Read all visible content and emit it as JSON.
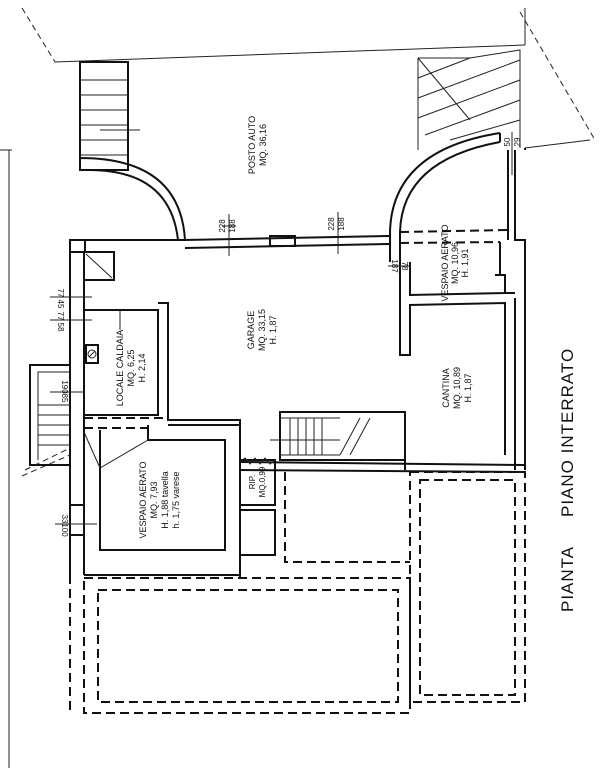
{
  "title": {
    "line1": "PIANTA",
    "line2": "PIANO INTERRATO"
  },
  "rooms": {
    "posto_auto": {
      "name": "POSTO AUTO",
      "area": "MQ. 36,16"
    },
    "garage": {
      "name": "GARAGE",
      "area": "MQ. 33,15",
      "height": "H. 1,87"
    },
    "locale_caldaia": {
      "name": "LOCALE CALDAIA",
      "area": "MQ. 6,25",
      "height": "H. 2,14"
    },
    "vespaio_1": {
      "name": "VESPAIO AERATO",
      "area": "MQ. 10,96",
      "height": "H. 1,91"
    },
    "cantina": {
      "name": "CANTINA",
      "area": "MQ. 10,89",
      "height": "H. 1,87"
    },
    "vespaio_2": {
      "name": "VESPAIO AERATO",
      "area": "MQ. 7,93",
      "height1": "H. 1,88 tavella",
      "height2": "h. 1,75 varese"
    },
    "rip": {
      "name": "RIP.",
      "area": "MQ.0,99"
    }
  },
  "dimensions": {
    "d1": {
      "top": "228",
      "bottom": "188"
    },
    "d2": {
      "top": "228",
      "bottom": "188"
    },
    "d3": {
      "top": "78",
      "bottom": "187"
    },
    "d4": {
      "top": "50",
      "bottom": "29"
    },
    "d5": {
      "top": "77",
      "bottom": "45"
    },
    "d6": {
      "top": "77",
      "bottom": "58"
    },
    "d7": {
      "top": "190",
      "bottom": "85"
    },
    "d8": {
      "top": "33",
      "bottom": "100"
    }
  }
}
